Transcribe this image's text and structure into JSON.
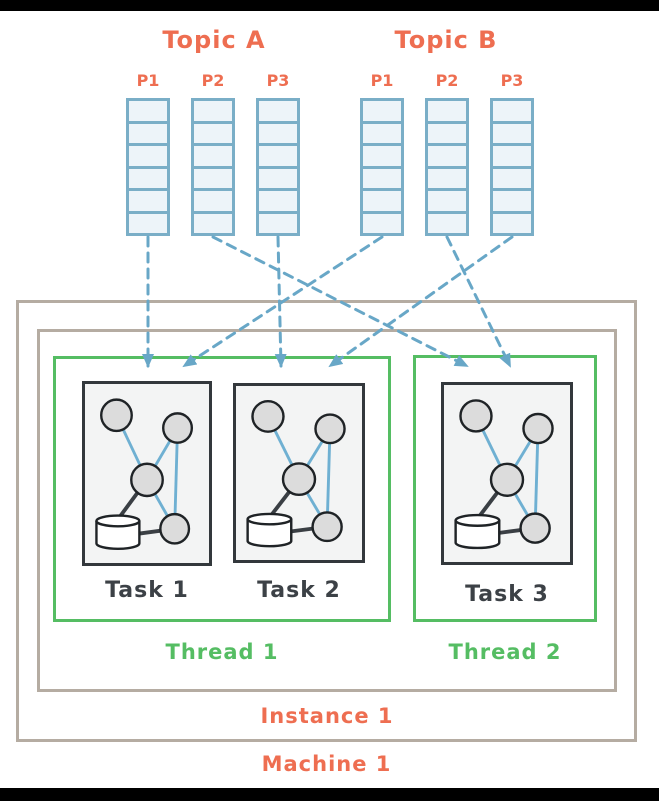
{
  "topics": [
    {
      "name": "Topic A",
      "partitions": [
        "P1",
        "P2",
        "P3"
      ]
    },
    {
      "name": "Topic B",
      "partitions": [
        "P1",
        "P2",
        "P3"
      ]
    }
  ],
  "partition_queue_cells": 6,
  "threads": [
    {
      "label": "Thread 1",
      "tasks": [
        "Task 1",
        "Task 2"
      ]
    },
    {
      "label": "Thread 2",
      "tasks": [
        "Task 3"
      ]
    }
  ],
  "instance": {
    "label": "Instance 1"
  },
  "machine": {
    "label": "Machine 1"
  },
  "assignments": [
    {
      "source": "Topic A / P1",
      "target": "Task 1"
    },
    {
      "source": "Topic B / P1",
      "target": "Task 1"
    },
    {
      "source": "Topic A / P3",
      "target": "Task 2"
    },
    {
      "source": "Topic B / P3",
      "target": "Task 2"
    },
    {
      "source": "Topic A / P2",
      "target": "Task 3"
    },
    {
      "source": "Topic B / P2",
      "target": "Task 3"
    }
  ],
  "colors": {
    "topic_text": "#ee6e51",
    "partition_outline": "#7aaec7",
    "partition_fill": "#edf4f9",
    "arrow": "#68a7c7",
    "thread_outline": "#55bd63",
    "container_outline": "#b5aca2",
    "task_outline": "#33383c",
    "task_fill": "#f3f4f4",
    "task_text": "#3c4146",
    "node_fill": "#dcdcdc",
    "edge_blue": "#6fb0d2",
    "edge_dark": "#3a3f44",
    "letterbox": "#000000"
  }
}
